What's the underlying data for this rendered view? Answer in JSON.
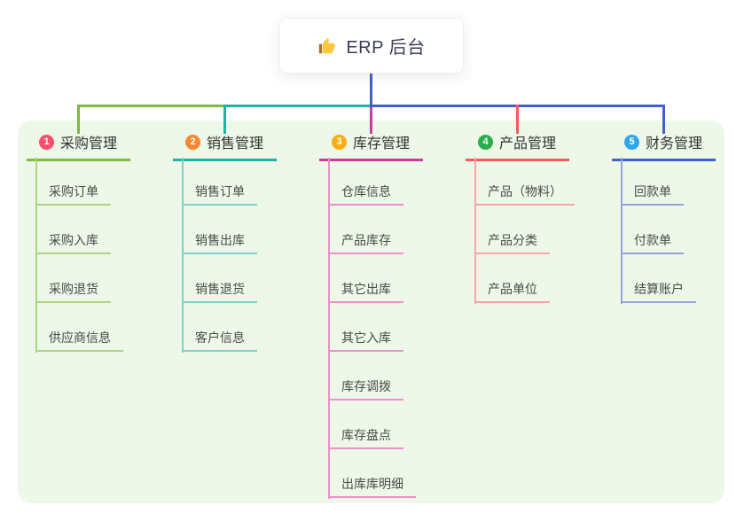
{
  "root": {
    "title": "ERP 后台",
    "icon": "thumbs-up"
  },
  "colors": {
    "panel_background": "#EDF8E8",
    "root_stem_blue": "#4161C7"
  },
  "branches": [
    {
      "number": "1",
      "title": "采购管理",
      "badge_color": "#F4506C",
      "line_color": "#7CBB3F",
      "light_color": "#A9D67E",
      "children": [
        {
          "label": "采购订单"
        },
        {
          "label": "采购入库"
        },
        {
          "label": "采购退货"
        },
        {
          "label": "供应商信息"
        }
      ]
    },
    {
      "number": "2",
      "title": "销售管理",
      "badge_color": "#F8872F",
      "line_color": "#1DB4A7",
      "light_color": "#7FD2C8",
      "children": [
        {
          "label": "销售订单"
        },
        {
          "label": "销售出库"
        },
        {
          "label": "销售退货"
        },
        {
          "label": "客户信息"
        }
      ]
    },
    {
      "number": "3",
      "title": "库存管理",
      "badge_color": "#FAAD14",
      "line_color": "#CE3B9E",
      "light_color": "#EC8FCB",
      "children": [
        {
          "label": "仓库信息"
        },
        {
          "label": "产品库存"
        },
        {
          "label": "其它出库"
        },
        {
          "label": "其它入库"
        },
        {
          "label": "库存调拨"
        },
        {
          "label": "库存盘点"
        },
        {
          "label": "出库库明细"
        }
      ]
    },
    {
      "number": "4",
      "title": "产品管理",
      "badge_color": "#2BAC4D",
      "line_color": "#F25B5B",
      "light_color": "#F7A6A6",
      "children": [
        {
          "label": "产品（物料）"
        },
        {
          "label": "产品分类"
        },
        {
          "label": "产品单位"
        }
      ]
    },
    {
      "number": "5",
      "title": "财务管理",
      "badge_color": "#2EA7E9",
      "line_color": "#4161C7",
      "light_color": "#93A5DC",
      "children": [
        {
          "label": "回款单"
        },
        {
          "label": "付款单"
        },
        {
          "label": "结算账户"
        }
      ]
    }
  ]
}
